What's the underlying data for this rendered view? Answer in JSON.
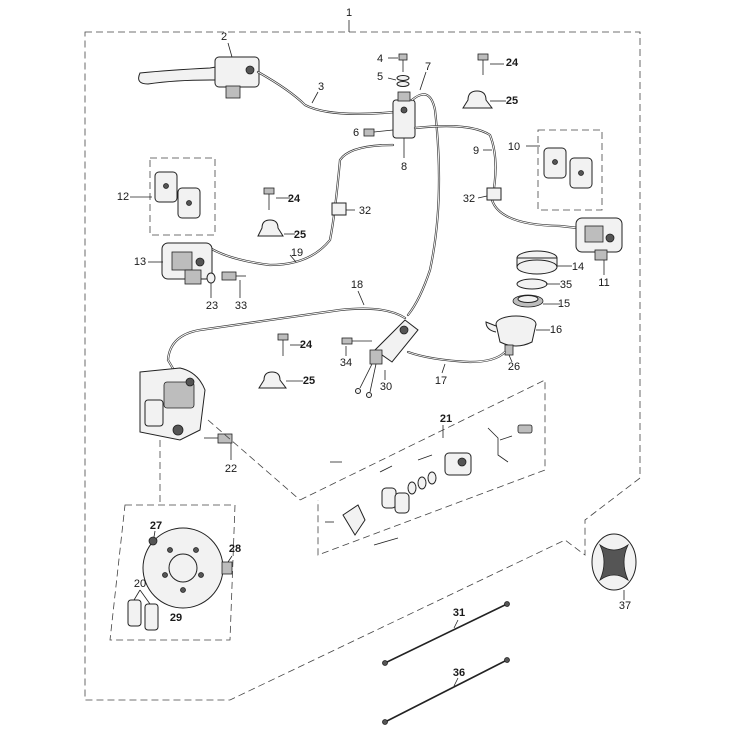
{
  "diagram": {
    "callouts": [
      {
        "id": "c1",
        "text": "1",
        "bold": false
      },
      {
        "id": "c2",
        "text": "2",
        "bold": false
      },
      {
        "id": "c3",
        "text": "3",
        "bold": false
      },
      {
        "id": "c4",
        "text": "4",
        "bold": false
      },
      {
        "id": "c5",
        "text": "5",
        "bold": false
      },
      {
        "id": "c6",
        "text": "6",
        "bold": false
      },
      {
        "id": "c7",
        "text": "7",
        "bold": false
      },
      {
        "id": "c8",
        "text": "8",
        "bold": false
      },
      {
        "id": "c9",
        "text": "9",
        "bold": false
      },
      {
        "id": "c10",
        "text": "10",
        "bold": false
      },
      {
        "id": "c11",
        "text": "11",
        "bold": false
      },
      {
        "id": "c12",
        "text": "12",
        "bold": false
      },
      {
        "id": "c13",
        "text": "13",
        "bold": false
      },
      {
        "id": "c14",
        "text": "14",
        "bold": false
      },
      {
        "id": "c15",
        "text": "15",
        "bold": false
      },
      {
        "id": "c16",
        "text": "16",
        "bold": false
      },
      {
        "id": "c17",
        "text": "17",
        "bold": false
      },
      {
        "id": "c18",
        "text": "18",
        "bold": false
      },
      {
        "id": "c19",
        "text": "19",
        "bold": false
      },
      {
        "id": "c20",
        "text": "20",
        "bold": false
      },
      {
        "id": "c21",
        "text": "21",
        "bold": true
      },
      {
        "id": "c22",
        "text": "22",
        "bold": false
      },
      {
        "id": "c23",
        "text": "23",
        "bold": false
      },
      {
        "id": "c24a",
        "text": "24",
        "bold": true
      },
      {
        "id": "c24b",
        "text": "24",
        "bold": true
      },
      {
        "id": "c24c",
        "text": "24",
        "bold": true
      },
      {
        "id": "c25a",
        "text": "25",
        "bold": true
      },
      {
        "id": "c25b",
        "text": "25",
        "bold": true
      },
      {
        "id": "c25c",
        "text": "25",
        "bold": true
      },
      {
        "id": "c26",
        "text": "26",
        "bold": false
      },
      {
        "id": "c27",
        "text": "27",
        "bold": true
      },
      {
        "id": "c28",
        "text": "28",
        "bold": true
      },
      {
        "id": "c29",
        "text": "29",
        "bold": true
      },
      {
        "id": "c30",
        "text": "30",
        "bold": false
      },
      {
        "id": "c31",
        "text": "31",
        "bold": true
      },
      {
        "id": "c32a",
        "text": "32",
        "bold": false
      },
      {
        "id": "c32b",
        "text": "32",
        "bold": false
      },
      {
        "id": "c33",
        "text": "33",
        "bold": false
      },
      {
        "id": "c34",
        "text": "34",
        "bold": false
      },
      {
        "id": "c35",
        "text": "35",
        "bold": false
      },
      {
        "id": "c36",
        "text": "36",
        "bold": true
      },
      {
        "id": "c37",
        "text": "37",
        "bold": false
      }
    ]
  }
}
